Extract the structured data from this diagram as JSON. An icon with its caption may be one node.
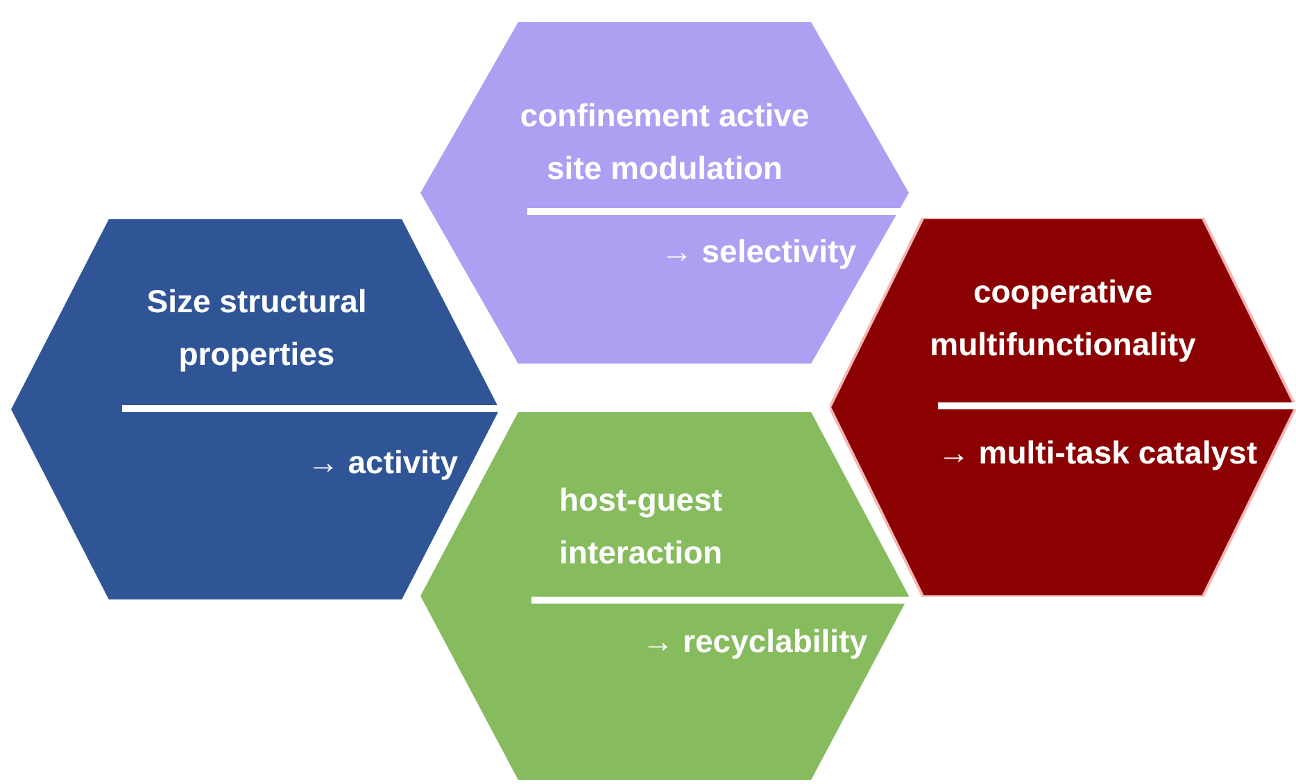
{
  "diagram": {
    "nodes": [
      {
        "text": [
          "Size structural properties",
          "→ activity"
        ]
      },
      {
        "text": [
          "confinement active site modulation",
          "→ selectivity"
        ]
      },
      {
        "text": [
          "host-guest interaction",
          "→ recyclability"
        ]
      },
      {
        "text": [
          "cooperative multifunctionality",
          "→ multi-task catalyst"
        ]
      }
    ]
  }
}
